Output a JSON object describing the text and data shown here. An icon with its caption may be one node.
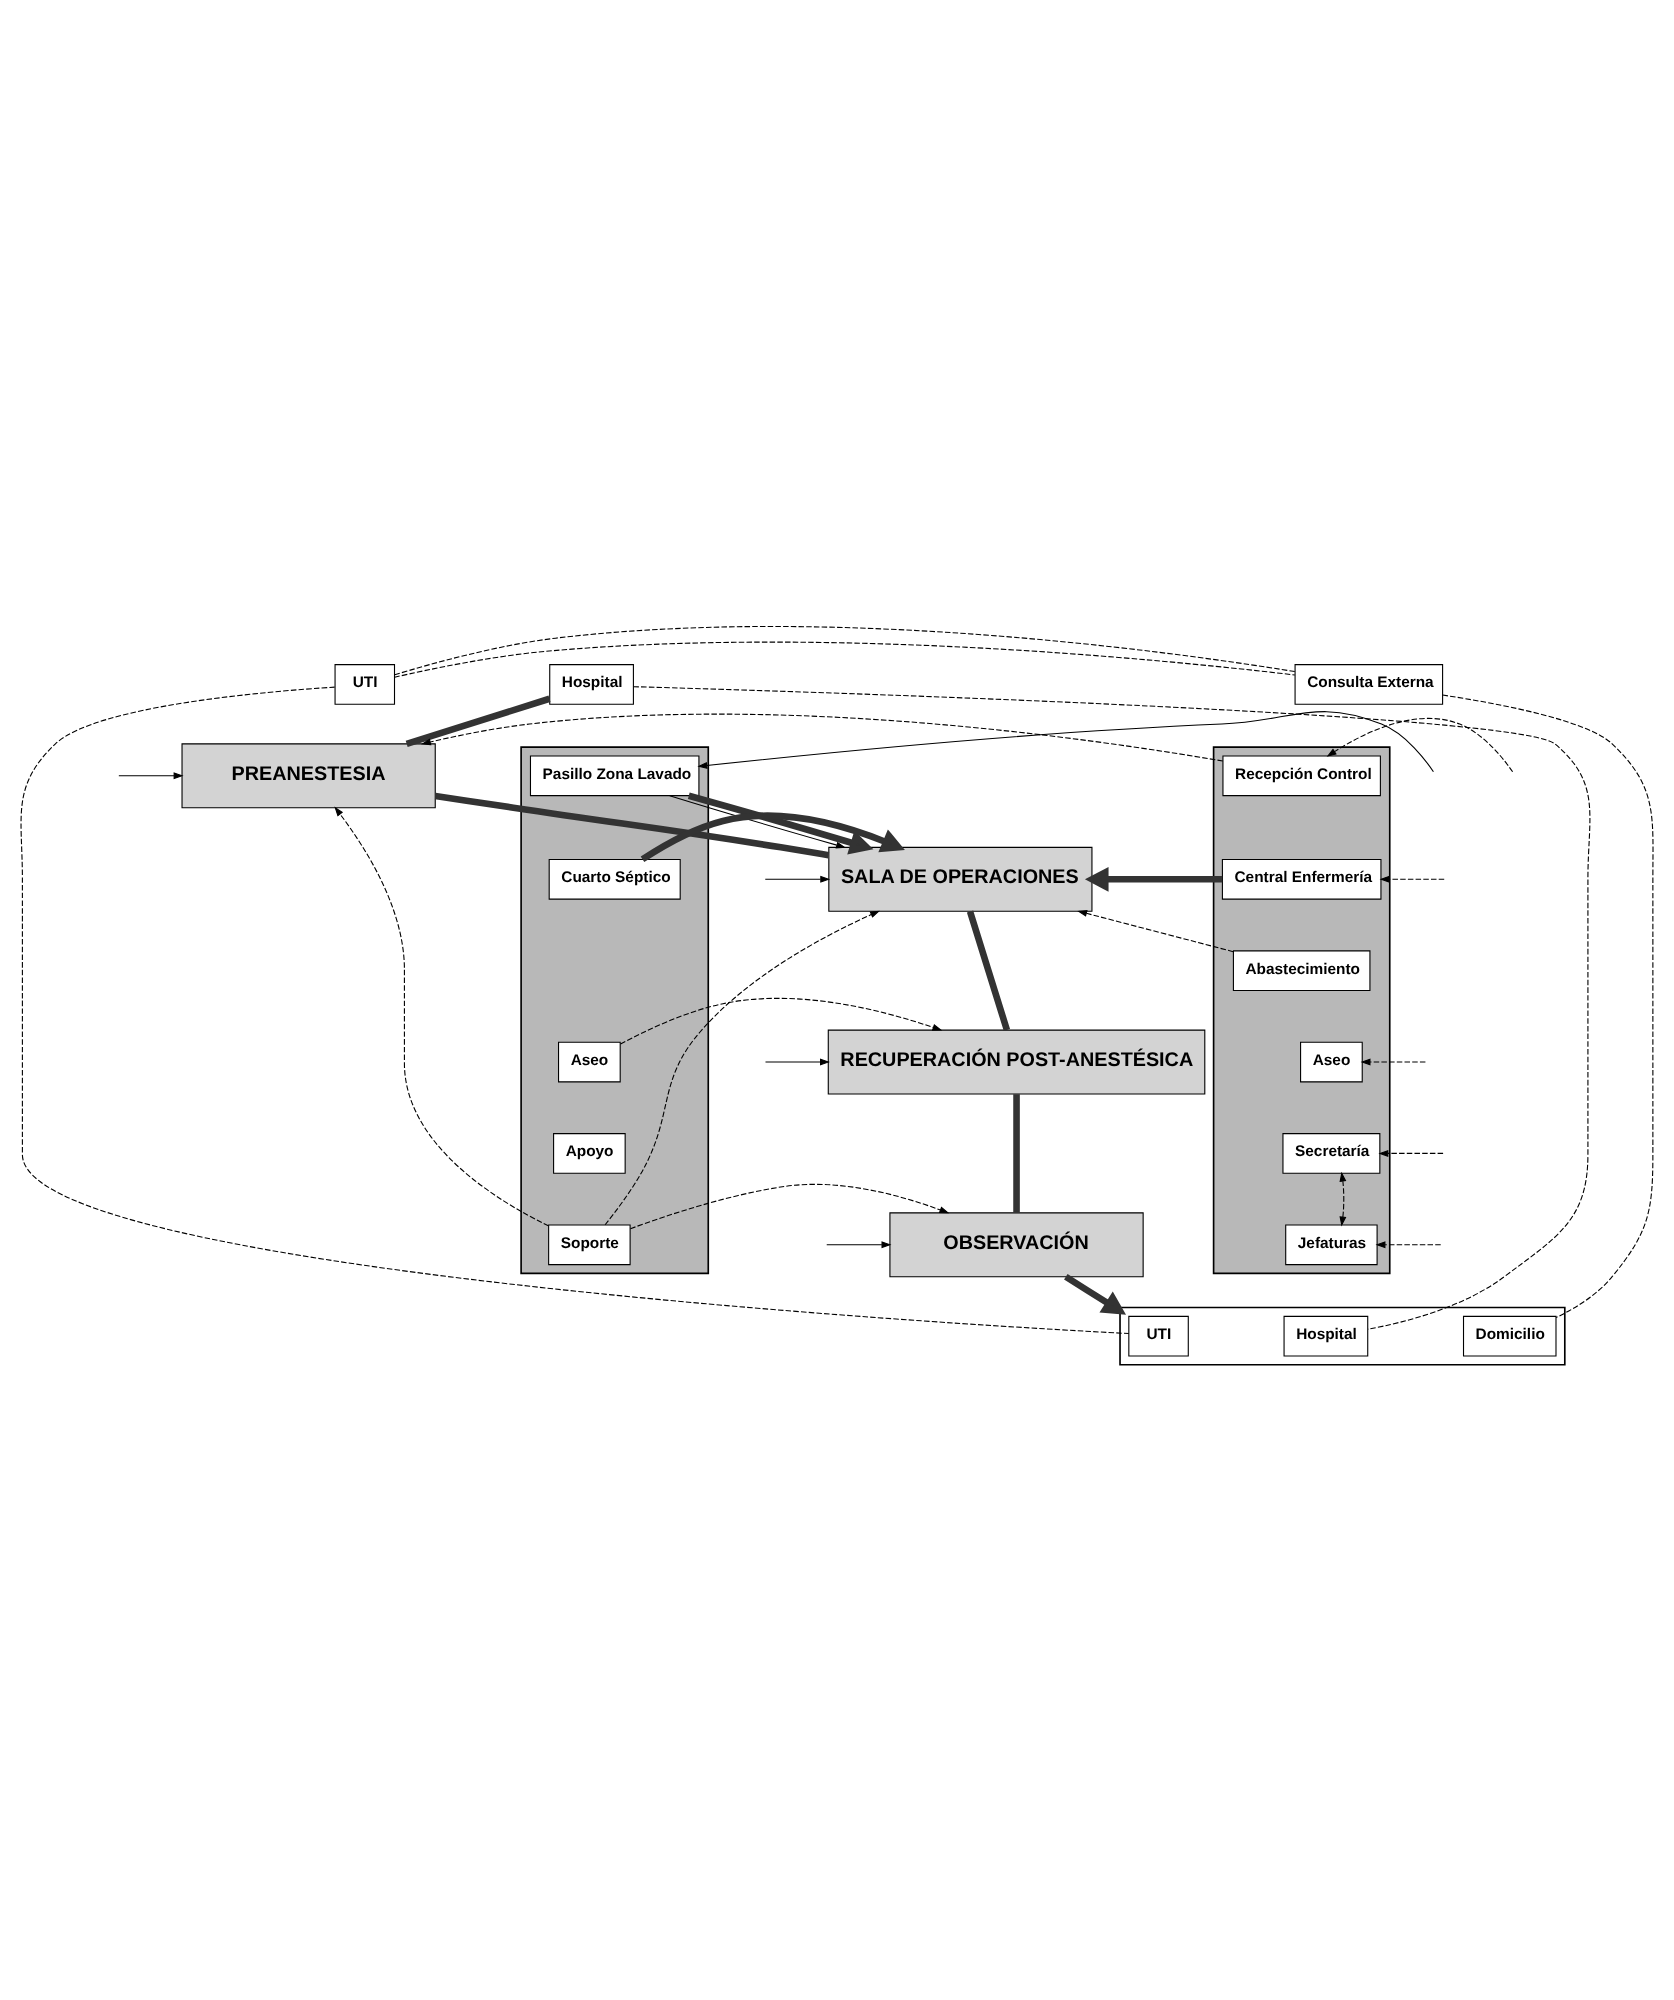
{
  "diagram": {
    "nodes": [
      {
        "text": [
          "UTI"
        ]
      },
      {
        "text": [
          "Hospital"
        ]
      },
      {
        "text": [
          "Consulta Externa"
        ]
      },
      {
        "text": [],
        "shape": "box"
      },
      {
        "text": [
          "Recepción Control"
        ],
        "in": 3
      },
      {
        "text": [
          "Central Enfermería"
        ],
        "in": 3
      },
      {
        "text": [
          "Abastecimiento"
        ],
        "in": 3
      },
      {
        "text": [
          "Aseo"
        ],
        "in": 3
      },
      {
        "text": [
          "Secretaría"
        ],
        "in": 3
      },
      {
        "text": [
          "Jefaturas"
        ],
        "in": 3
      },
      {
        "text": [
          "PREANESTESIA"
        ]
      },
      {
        "text": [
          "SALA DE OPERACIONES"
        ]
      },
      {
        "text": [
          "RECUPERACIÓN POST-ANESTÉSICA"
        ]
      },
      {
        "text": [
          "OBSERVACIÓN"
        ]
      },
      {
        "text": [],
        "shape": "box"
      },
      {
        "text": [
          "Pasillo Zona Lavado"
        ],
        "in": 14
      },
      {
        "text": [
          "Cuarto Séptico"
        ],
        "in": 14
      },
      {
        "text": [
          "Aseo"
        ],
        "in": 14
      },
      {
        "text": [
          "Apoyo"
        ],
        "in": 14
      },
      {
        "text": [
          "Soporte"
        ],
        "in": 14
      },
      {
        "text": [],
        "shape": "box"
      },
      {
        "text": [
          "UTI"
        ],
        "in": 20
      },
      {
        "text": [
          "Hospital"
        ],
        "in": 20
      },
      {
        "text": [
          "Domicilio"
        ],
        "in": 20
      }
    ],
    "edges": [
      {
        "from": 1,
        "to": 10,
        "arrow": "none",
        "style": "thick",
        "color": "#333333"
      },
      {
        "from": 10,
        "to": 11,
        "arrow": "none",
        "style": "thick",
        "color": "#333333"
      },
      {
        "from": 11,
        "to": 12,
        "arrow": "none",
        "style": "thick",
        "color": "#333333"
      },
      {
        "from": 12,
        "to": 13,
        "arrow": "none",
        "style": "thick",
        "color": "#333333"
      },
      {
        "from": 13,
        "to": 20,
        "arrow": "to",
        "style": "thick",
        "color": "#333333"
      },
      {
        "from": 0,
        "to": 2,
        "arrow": "none",
        "style": "dashed"
      },
      {
        "from": 0,
        "to": 2,
        "arrow": "none",
        "style": "dashed"
      },
      {
        "from": 0,
        "to": 21,
        "arrow": "none",
        "style": "dashed"
      },
      {
        "from": 1,
        "to": 22,
        "arrow": "none",
        "style": "dashed"
      },
      {
        "from": 2,
        "to": 23,
        "arrow": "none",
        "style": "dashed"
      },
      {
        "from": null,
        "to": 15,
        "arrow": "to"
      },
      {
        "from": 15,
        "to": 11,
        "arrow": "to"
      },
      {
        "from": 5,
        "to": 11,
        "arrow": "to",
        "style": "thick",
        "color": "#333333"
      },
      {
        "from": 15,
        "to": 11,
        "arrow": "to",
        "style": "thick",
        "color": "#333333"
      },
      {
        "from": 16,
        "to": 11,
        "arrow": "to",
        "style": "thick",
        "color": "#333333"
      },
      {
        "from": null,
        "to": 10,
        "arrow": "to"
      },
      {
        "from": null,
        "to": 11,
        "arrow": "to"
      },
      {
        "from": null,
        "to": 12,
        "arrow": "to"
      },
      {
        "from": null,
        "to": 13,
        "arrow": "to"
      },
      {
        "from": 4,
        "to": 10,
        "arrow": "to",
        "style": "dashed"
      },
      {
        "from": 6,
        "to": 11,
        "arrow": "to",
        "style": "dashed"
      },
      {
        "from": null,
        "to": 4,
        "arrow": "to",
        "style": "dashed"
      },
      {
        "from": null,
        "to": 5,
        "arrow": "to",
        "style": "dashed"
      },
      {
        "from": null,
        "to": 7,
        "arrow": "to",
        "style": "dashed"
      },
      {
        "from": null,
        "to": 8,
        "arrow": "to",
        "style": "dashed"
      },
      {
        "from": null,
        "to": 9,
        "arrow": "to",
        "style": "dashed"
      },
      {
        "from": 9,
        "to": 8,
        "arrow": "both",
        "style": "dashed"
      },
      {
        "from": 19,
        "to": 10,
        "arrow": "to",
        "style": "dashed"
      },
      {
        "from": 19,
        "to": 11,
        "arrow": "to",
        "style": "dashed"
      },
      {
        "from": 17,
        "to": 12,
        "arrow": "to",
        "style": "dashed"
      },
      {
        "from": 19,
        "to": 13,
        "arrow": "to",
        "style": "dashed"
      }
    ]
  }
}
